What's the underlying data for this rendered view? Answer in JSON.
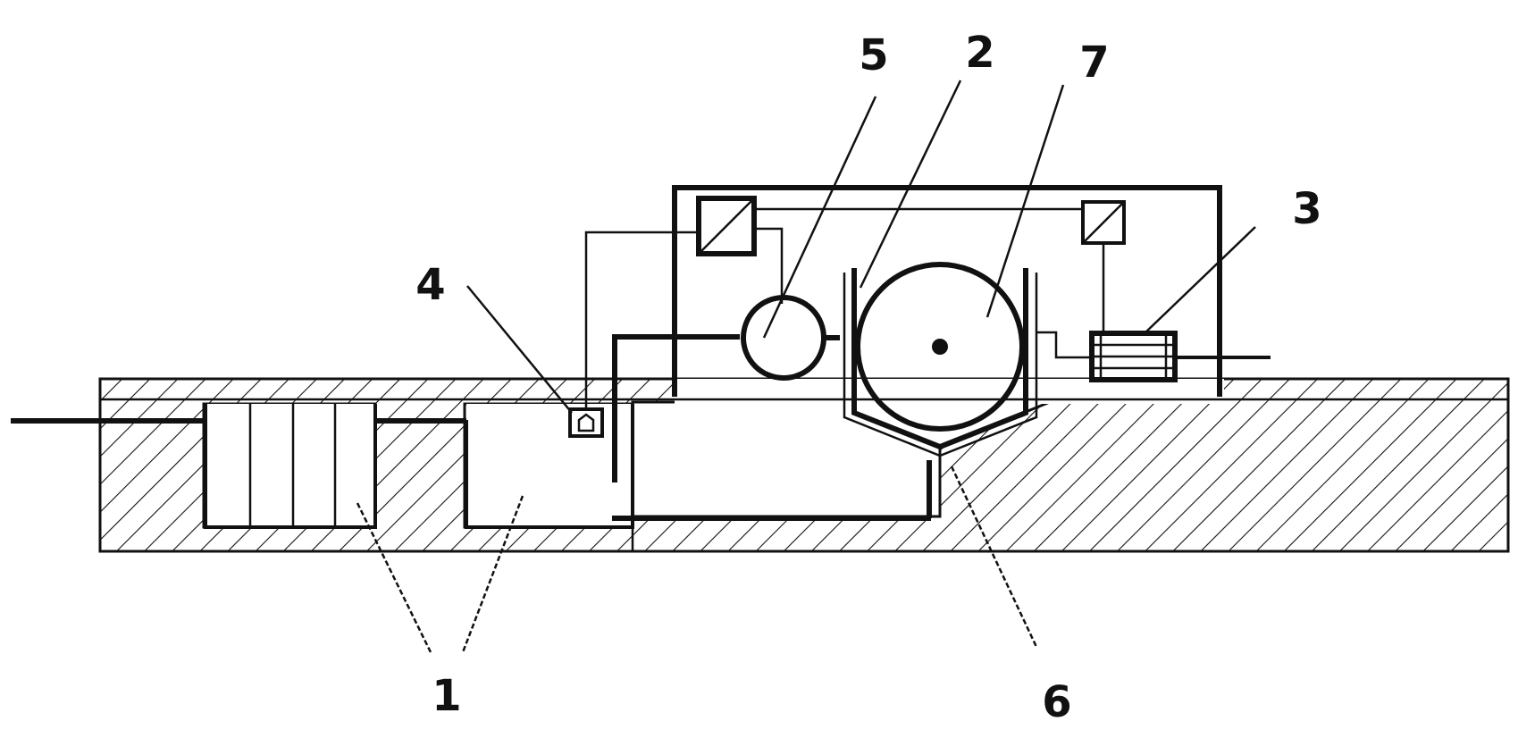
{
  "labels": {
    "one": "1",
    "two": "2",
    "three": "3",
    "four": "4",
    "five": "5",
    "six": "6",
    "seven": "7"
  },
  "colors": {
    "line": "#111111",
    "background": "#ffffff"
  }
}
